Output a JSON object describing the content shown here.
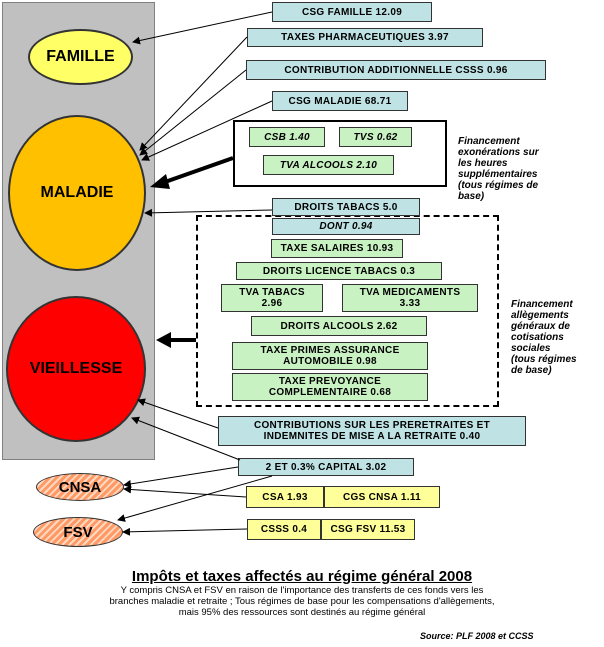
{
  "circles": {
    "famille": "FAMILLE",
    "maladie": "MALADIE",
    "vieillesse": "VIEILLESSE",
    "cnsa": "CNSA",
    "fsv": "FSV"
  },
  "boxes": {
    "csg_famille": "CSG FAMILLE 12.09",
    "taxes_pharma": "TAXES PHARMACEUTIQUES 3.97",
    "contribution_csss": "CONTRIBUTION ADDITIONNELLE CSSS  0.96",
    "csg_maladie": "CSG MALADIE 68.71",
    "csb": "CSB 1.40",
    "tvs": "TVS  0.62",
    "tva_alcools": "TVA ALCOOLS 2.10",
    "droits_tabacs": "DROITS TABACS 5.0",
    "dont": "DONT 0.94",
    "taxe_salaires": "TAXE SALAIRES 10.93",
    "droits_licence": "DROITS LICENCE TABACS 0.3",
    "tva_tabacs_1": "TVA TABACS",
    "tva_tabacs_2": "2.96",
    "tva_medic_1": "TVA MEDICAMENTS",
    "tva_medic_2": "3.33",
    "droits_alcools": "DROITS ALCOOLS 2.62",
    "taxe_primes_1": "TAXE PRIMES ASSURANCE",
    "taxe_primes_2": "AUTOMOBILE 0.98",
    "taxe_prev_1": "TAXE PREVOYANCE",
    "taxe_prev_2": "COMPLEMENTAIRE 0.68",
    "contrib_retraite_1": "CONTRIBUTIONS SUR LES PRERETRAITES ET",
    "contrib_retraite_2": "INDEMNITES DE MISE A LA RETRAITE   0.40",
    "capital": "2 ET 0.3% CAPITAL 3.02",
    "csa": "CSA 1.93",
    "cgs_cnsa": "CGS CNSA  1.11",
    "csss": "CSSS 0.4",
    "csg_fsv": "CSG FSV 11.53"
  },
  "notes": {
    "heures_sup": [
      "Financement",
      "exonérations sur",
      "les heures",
      "supplémentaires",
      "(tous régimes de",
      "base)"
    ],
    "allegements": [
      "Financement",
      "allègements",
      "généraux de",
      "cotisations",
      "sociales",
      "(tous régimes",
      "de base)"
    ]
  },
  "footer": {
    "title": "Impôts et taxes affectés au régime général 2008",
    "subtitle_1": "Y compris CNSA et FSV en raison de l'importance des transferts de ces fonds vers les",
    "subtitle_2": "branches maladie et retraite ; Tous régimes de base pour les compensations d'allègements,",
    "subtitle_3": "mais 95% des ressources sont destinés au régime général",
    "source": "Source: PLF 2008 et CCSS"
  },
  "colors": {
    "famille": "#ffff66",
    "maladie": "#ffc000",
    "vieillesse": "#ff0000",
    "hatch": "#ff9966",
    "panel": "#c0c0c0",
    "cyan_box": "#bfe3e5",
    "green_box": "#c9f2c2",
    "yellow_box": "#ffff99"
  }
}
